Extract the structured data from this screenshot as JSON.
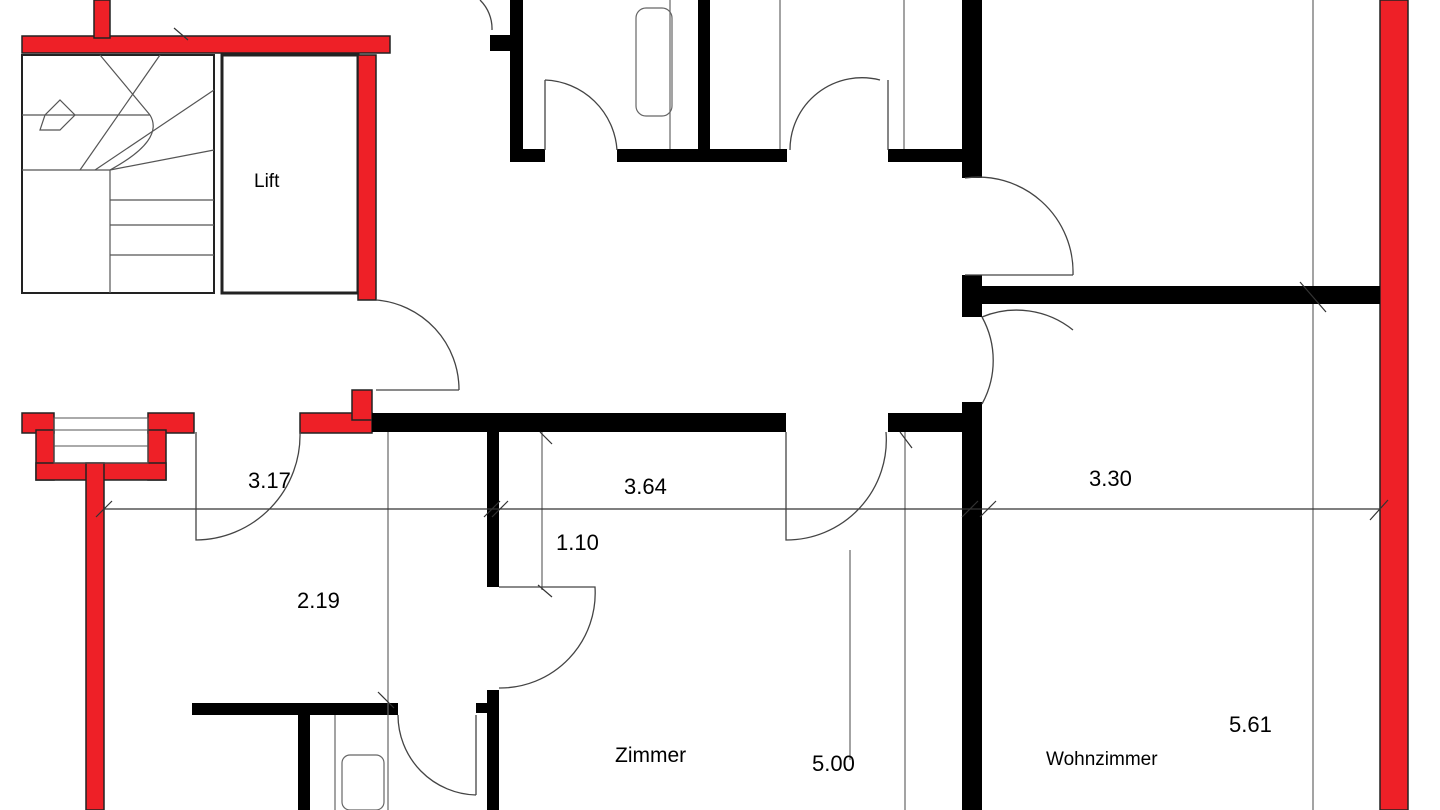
{
  "colors": {
    "exterior_wall": "#ee2027",
    "interior_wall": "#000000",
    "thin_line": "#555555",
    "background": "#ffffff"
  },
  "rooms": {
    "lift": "Lift",
    "zimmer": "Zimmer",
    "wohnzimmer": "Wohnzimmer"
  },
  "dimensions": {
    "hall_left_width": "3.17",
    "hall_left_depth": "2.19",
    "corridor_width": "3.64",
    "passage_width": "1.10",
    "zimmer_depth": "5.00",
    "wohnzimmer_width": "3.30",
    "wohnzimmer_depth": "5.61"
  }
}
